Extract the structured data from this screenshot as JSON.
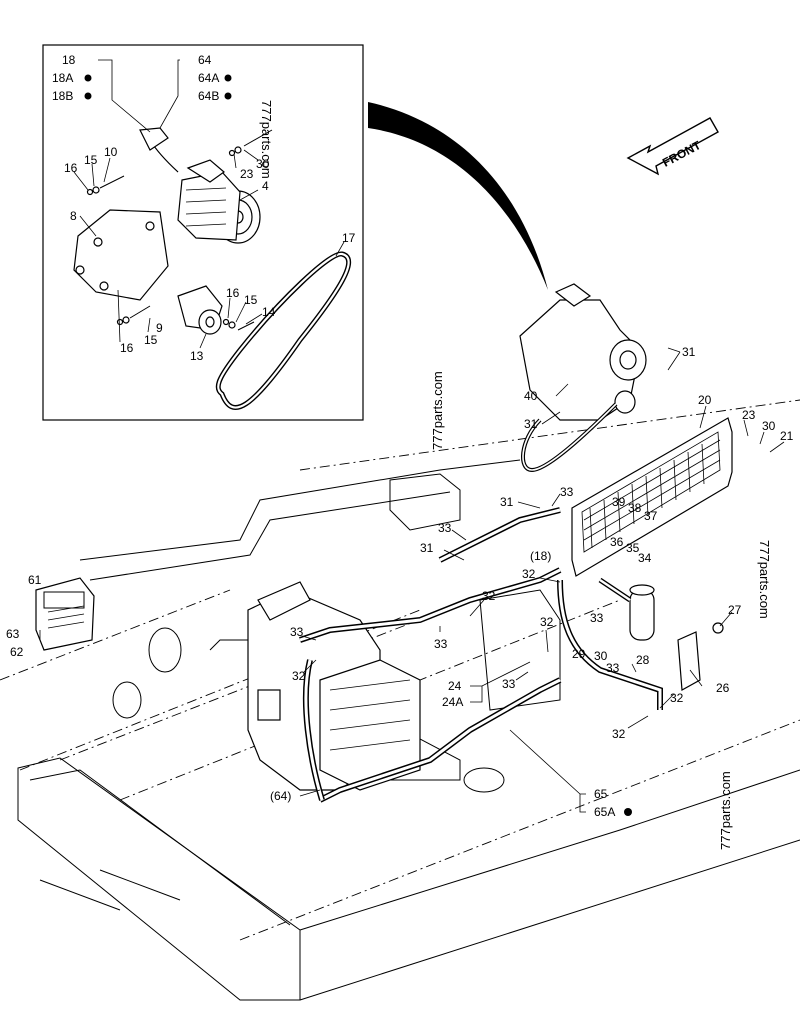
{
  "labels": {
    "l18": "18",
    "l18A": "18A",
    "l18B": "18B",
    "l64": "64",
    "l64A": "64A",
    "l64B": "64B",
    "l10": "10",
    "l15a": "15",
    "l16a": "16",
    "l8": "8",
    "l23a": "23",
    "l30a": "30",
    "l4": "4",
    "l17": "17",
    "l16b": "16",
    "l15b": "15",
    "l14": "14",
    "l9": "9",
    "l16c": "16",
    "l15c": "15",
    "l13": "13",
    "l31a": "31",
    "l40": "40",
    "l31b": "31",
    "l20": "20",
    "l23b": "23",
    "l30b": "30",
    "l21": "21",
    "l31c": "31",
    "l33a": "33",
    "l39": "39",
    "l38": "38",
    "l37": "37",
    "l33b": "33",
    "l31d": "31",
    "l18p": "(18)",
    "l36": "36",
    "l35": "35",
    "l34": "34",
    "l32a": "32",
    "l61": "61",
    "l63": "63",
    "l62": "62",
    "l32b": "32",
    "l33c": "33",
    "l33d": "33",
    "l32c": "32",
    "l33e": "33",
    "l27": "27",
    "l32d": "32",
    "l29": "29",
    "l30c": "30",
    "l33f": "33",
    "l28": "28",
    "l24": "24",
    "l24A": "24A",
    "l33g": "33",
    "l26": "26",
    "l32e": "32",
    "l32f": "32",
    "l64p": "(64)",
    "l65": "65",
    "l65A": "65A"
  },
  "front_label": "FRONT",
  "watermarks": {
    "w1": "777parts.com",
    "w2": "777parts.com",
    "w3": "777parts.com",
    "w4": "777parts.com"
  }
}
